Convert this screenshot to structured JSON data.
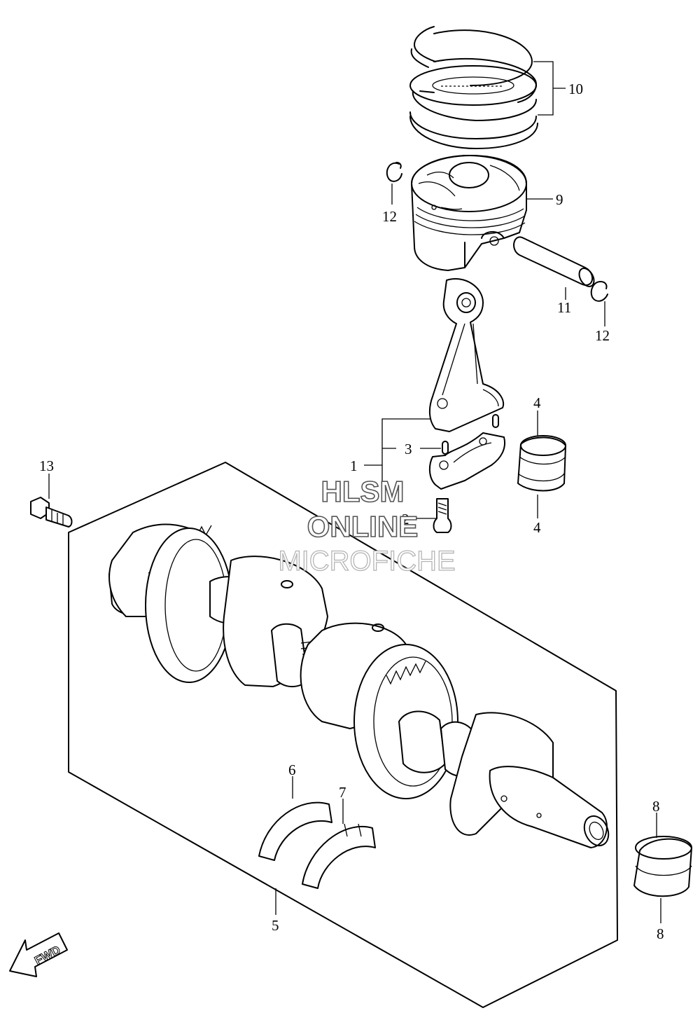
{
  "callouts": [
    "1",
    "2",
    "3",
    "4",
    "4",
    "5",
    "6",
    "7",
    "8",
    "8",
    "9",
    "10",
    "11",
    "12",
    "12",
    "13"
  ],
  "watermark": {
    "line1": "HLSM",
    "line2": "ONLINE",
    "line3": "MICROFICHE"
  },
  "direction": "FWD",
  "colors": {
    "ink": "#000000",
    "paper": "#ffffff",
    "watermark_outline": "#555555",
    "watermark_faint": "#b5b5b5"
  },
  "icons": [
    "fwd-arrow-icon"
  ]
}
